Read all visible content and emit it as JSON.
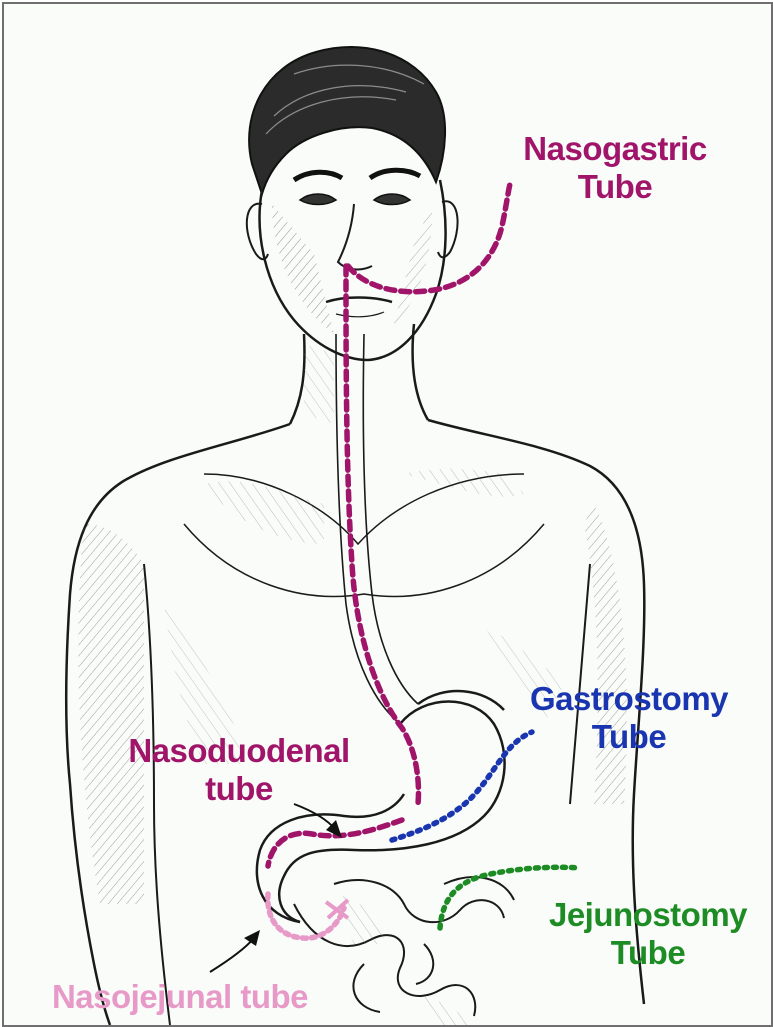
{
  "labels": {
    "nasogastric": {
      "line1": "Nasogastric",
      "line2": "Tube"
    },
    "gastrostomy": {
      "line1": "Gastrostomy",
      "line2": "Tube"
    },
    "nasoduodenal": {
      "line1": "Nasoduodenal",
      "line2": "tube"
    },
    "jejunostomy": {
      "line1": "Jejunostomy",
      "line2": "Tube"
    },
    "nasojejunal": {
      "line1": "Nasojejunal tube"
    }
  },
  "colors": {
    "nasogastric": "#a0156a",
    "gastrostomy": "#1a35b0",
    "nasoduodenal": "#a0156a",
    "jejunostomy": "#1e8c25",
    "nasojejunal": "#e79ac8",
    "outline": "#1a1a1a",
    "background": "#f9fcf8"
  }
}
